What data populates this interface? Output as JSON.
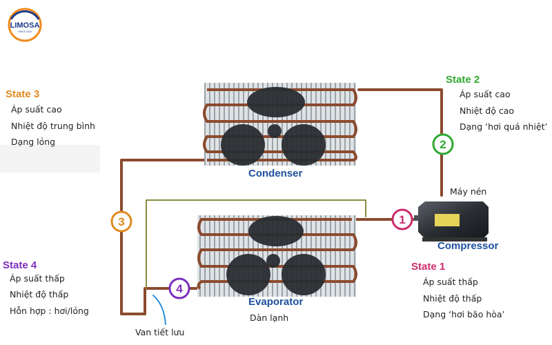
{
  "logo": {
    "name": "LIMOSA",
    "tagline": "SINCE 2016"
  },
  "colors": {
    "state1": "#cc2b6a",
    "state2": "#2ea82f",
    "state3": "#e08a1e",
    "state4": "#7b2fbf",
    "pipe": "#8b4a2e",
    "label_blue": "#1b4f9c"
  },
  "states": [
    {
      "title": "State 1",
      "lines": [
        "Áp suất thấp",
        "Nhiệt độ thấp",
        "Dạng ‘hơi bão hòa’"
      ]
    },
    {
      "title": "State 2",
      "lines": [
        "Áp suất cao",
        "Nhiệt độ cao",
        "Dạng ‘hơi quá nhiệt’"
      ]
    },
    {
      "title": "State 3",
      "lines": [
        "Áp suất cao",
        "Nhiệt độ trung bình",
        "Dạng lỏng"
      ]
    },
    {
      "title": "State 4",
      "lines": [
        "Áp suất thấp",
        "Nhiệt độ thấp",
        "Hỗn hợp : hơi/lỏng"
      ]
    }
  ],
  "markers": [
    "1",
    "2",
    "3",
    "4"
  ],
  "components": {
    "condenser": "Condenser",
    "evaporator": "Evaporator",
    "evaporator_vn": "Dàn lạnh",
    "compressor": "Compressor",
    "compressor_vn": "Máy nén",
    "valve_vn": "Van tiết lưu"
  }
}
